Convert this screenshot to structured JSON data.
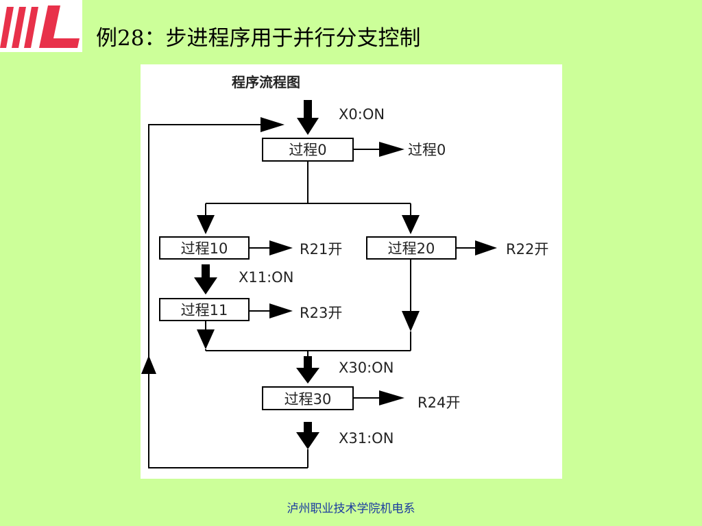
{
  "slide": {
    "title": "例28：步进程序用于并行分支控制",
    "footer": "泸州职业技术学院机电系"
  },
  "diagram": {
    "heading": "程序流程图",
    "nodes": {
      "p0": "过程0",
      "p10": "过程10",
      "p11": "过程11",
      "p20": "过程20",
      "p30": "过程30"
    },
    "conditions": {
      "x0": "X0:ON",
      "x11": "X11:ON",
      "x30": "X30:ON",
      "x31": "X31:ON"
    },
    "outputs": {
      "o0": "过程0",
      "o10": "R21开",
      "o11": "R23开",
      "o20": "R22开",
      "o30": "R24开"
    }
  },
  "colors": {
    "background": "#ccff99",
    "logo_red": "#e8314a",
    "footer_text": "#1a3aa0"
  }
}
